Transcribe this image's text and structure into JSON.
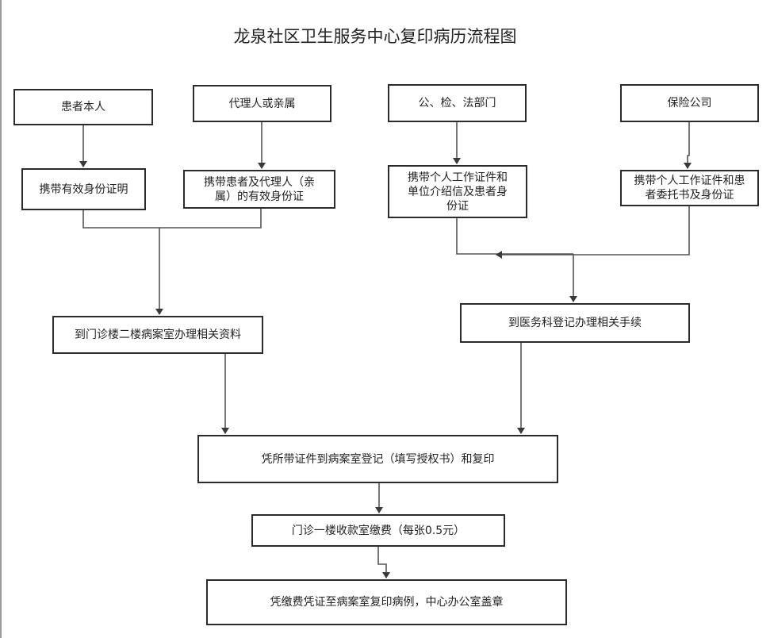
{
  "title": "龙泉社区卫生服务中心复印病历流程图",
  "nodes": {
    "patient_self": "患者本人",
    "agent_relative": "代理人或亲属",
    "public_security": "公、检、法部门",
    "insurance_company": "保险公司",
    "patient_id": "携带有效身份证明",
    "agent_id": "携带患者及代理人（亲属）的有效身份证",
    "public_docs": "携带个人工作证件和单位介绍信及患者身份证",
    "insurance_docs": "携带个人工作证件和患者委托书及身份证",
    "records_room_materials": "到门诊楼二楼病案室办理相关资料",
    "medical_affairs": "到医务科登记办理相关手续",
    "register_copy": "凭所带证件到病案室登记（填写授权书）和复印",
    "payment": "门诊一楼收款室缴费（每张0.5元）",
    "final_copy": "凭缴费凭证至病案室复印病例，中心办公室盖章"
  },
  "colors": {
    "border": "#2b2b2b",
    "line": "#555555",
    "arrow": "#3a3a3a"
  }
}
